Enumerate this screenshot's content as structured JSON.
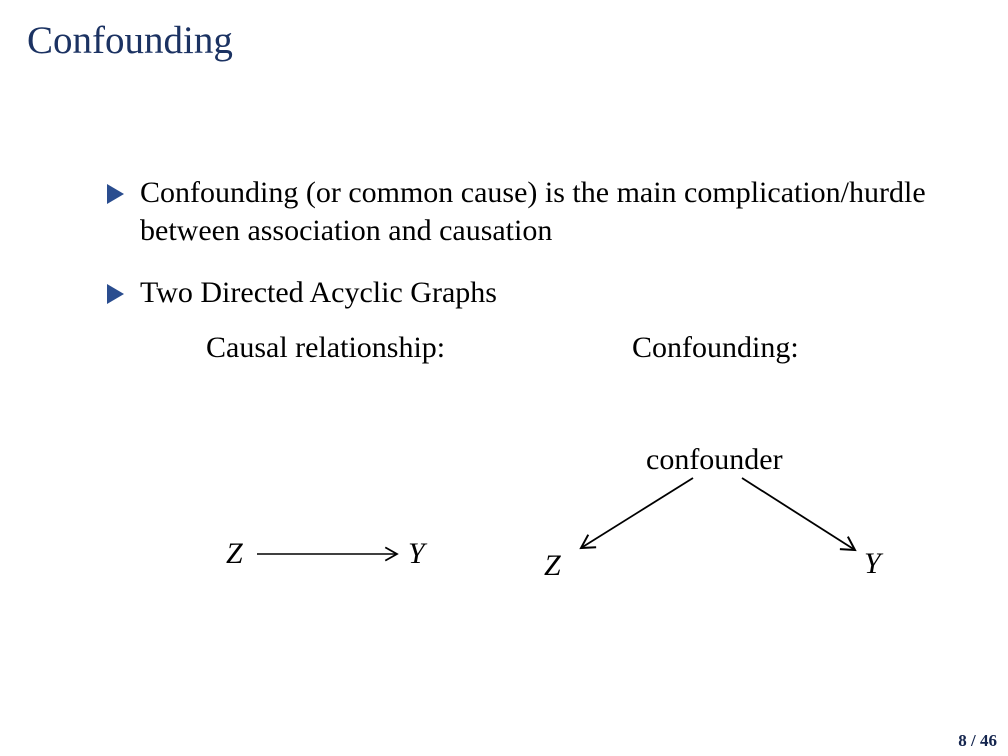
{
  "slide": {
    "title": "Confounding",
    "bullets": [
      "Confounding (or common cause) is the main complication/hurdle between association and causation",
      "Two Directed Acyclic Graphs"
    ],
    "dags": {
      "causal_label": "Causal relationship:",
      "confounding_label": "Confounding:",
      "causal": {
        "z": "Z",
        "y": "Y"
      },
      "confounding": {
        "confounder": "confounder",
        "z": "Z",
        "y": "Y"
      }
    },
    "footer": {
      "page_indicator": "8 / 46"
    }
  },
  "colors": {
    "background": "#ffffff",
    "title": "#1b3262",
    "bullet_marker": "#2a4d8f",
    "body_text": "#000000",
    "footer": "#14254e"
  }
}
